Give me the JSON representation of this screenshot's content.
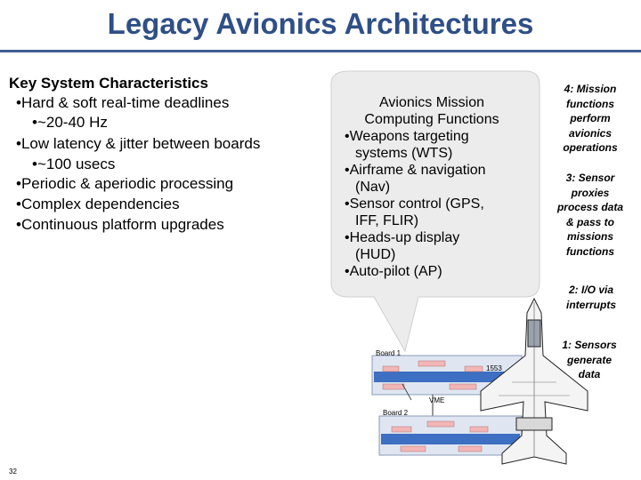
{
  "title": "Legacy Avionics Architectures",
  "left": {
    "heading": "Key System Characteristics",
    "bullets": [
      "•Hard & soft real-time deadlines",
      "•~20-40 Hz",
      "•Low latency & jitter between boards",
      "•~100 usecs",
      "•Periodic & aperiodic processing",
      "•Complex dependencies",
      "•Continuous platform upgrades"
    ]
  },
  "callout": {
    "heading": "Avionics Mission Computing Functions",
    "items": [
      "•Weapons targeting",
      "systems (WTS)",
      "•Airframe & navigation",
      "(Nav)",
      "•Sensor control (GPS,",
      "IFF, FLIR)",
      "•Heads-up display",
      "(HUD)",
      "•Auto-pilot (AP)"
    ]
  },
  "steps": {
    "s4": [
      "4: Mission",
      "functions",
      "perform",
      "avionics",
      "operations"
    ],
    "s3": [
      "3: Sensor",
      "proxies",
      "process data",
      "& pass to",
      "missions",
      "functions"
    ],
    "s2": [
      "2: I/O via",
      "interrupts"
    ],
    "s1": [
      "1: Sensors",
      "generate",
      "data"
    ]
  },
  "diagram": {
    "board1": "Board 1",
    "board2": "Board 2",
    "bus1553": "1553",
    "vme": "VME"
  },
  "page_number": "32",
  "colors": {
    "title": "#2f4f86",
    "rule": "#3e5f93",
    "bubble": "#ececec",
    "board_blue": "#3d6fc2",
    "chip_pink": "#f2b6b6"
  }
}
